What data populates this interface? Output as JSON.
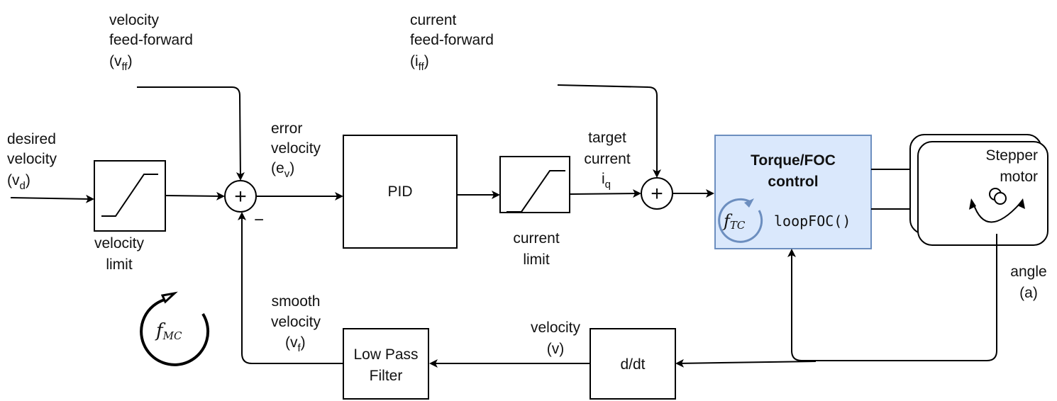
{
  "signals": {
    "desired_velocity": {
      "lines": [
        "desired",
        "velocity"
      ],
      "paren_open": "(v",
      "sub": "d",
      "paren_close": ")"
    },
    "velocity_ff": {
      "lines": [
        "velocity",
        "feed-forward"
      ],
      "paren_open": "(v",
      "sub": "ff",
      "paren_close": ")"
    },
    "error_velocity": {
      "lines": [
        "error",
        "velocity"
      ],
      "paren_open": "(e",
      "sub": "v",
      "paren_close": ")"
    },
    "target_current": {
      "lines": [
        "target",
        "current"
      ],
      "main": "i",
      "sub": "q"
    },
    "current_ff": {
      "lines": [
        "current",
        "feed-forward"
      ],
      "paren_open": "(i",
      "sub": "ff",
      "paren_close": ")"
    },
    "smooth_velocity": {
      "lines": [
        "smooth",
        "velocity"
      ],
      "paren_open": "(v",
      "sub": "f",
      "paren_close": ")"
    },
    "velocity": {
      "lines": [
        "velocity",
        "(v)"
      ]
    },
    "angle": {
      "lines": [
        "angle",
        "(a)"
      ]
    },
    "minus_sign": "−"
  },
  "blocks": {
    "velocity_limit": {
      "lines": [
        "velocity",
        "limit"
      ]
    },
    "pid": {
      "label": "PID"
    },
    "current_limit": {
      "lines": [
        "current",
        "limit"
      ]
    },
    "foc": {
      "title_lines": [
        "Torque/FOC",
        "control"
      ],
      "function": "loopFOC()",
      "freq_main": "f",
      "freq_sub": "TC",
      "fill": "#dae8fc",
      "stroke": "#6c8ebf"
    },
    "motor": {
      "lines": [
        "Stepper",
        "motor"
      ]
    },
    "ddt": {
      "label": "d/dt"
    },
    "lpf": {
      "lines": [
        "Low Pass",
        "Filter"
      ]
    },
    "summer_symbol": "+"
  },
  "loop_freq": {
    "main": "f",
    "sub": "MC"
  }
}
